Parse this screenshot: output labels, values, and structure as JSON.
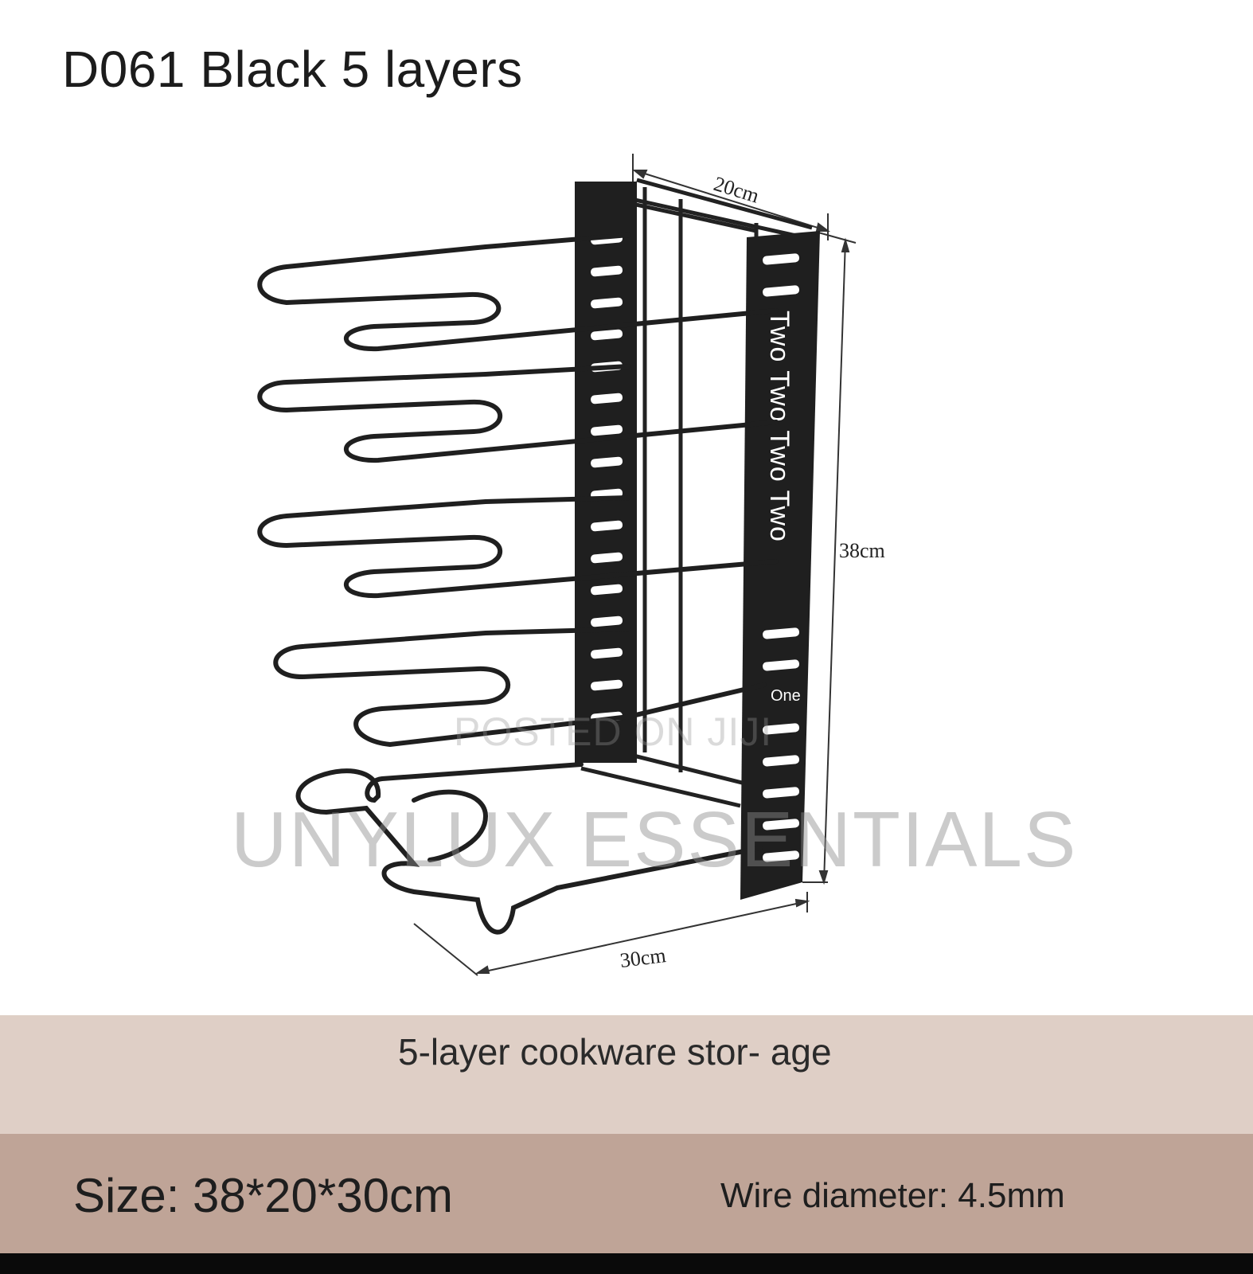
{
  "title": "D061 Black 5 layers",
  "dimensions": {
    "width_label": "20cm",
    "height_label": "38cm",
    "depth_label": "30cm"
  },
  "panel_markings": {
    "vertical_text": "Two Two Two Two",
    "one_label": "One"
  },
  "watermarks": {
    "small": "POSTED ON JIJI",
    "large": "UNYLUX ESSENTIALS"
  },
  "description": "5-layer cookware stor- age",
  "specs": {
    "size": "Size: 38*20*30cm",
    "wire": "Wire diameter: 4.5mm"
  },
  "colors": {
    "rack": "#222222",
    "description_band": "#dfcfc6",
    "size_band": "#bfa497"
  }
}
